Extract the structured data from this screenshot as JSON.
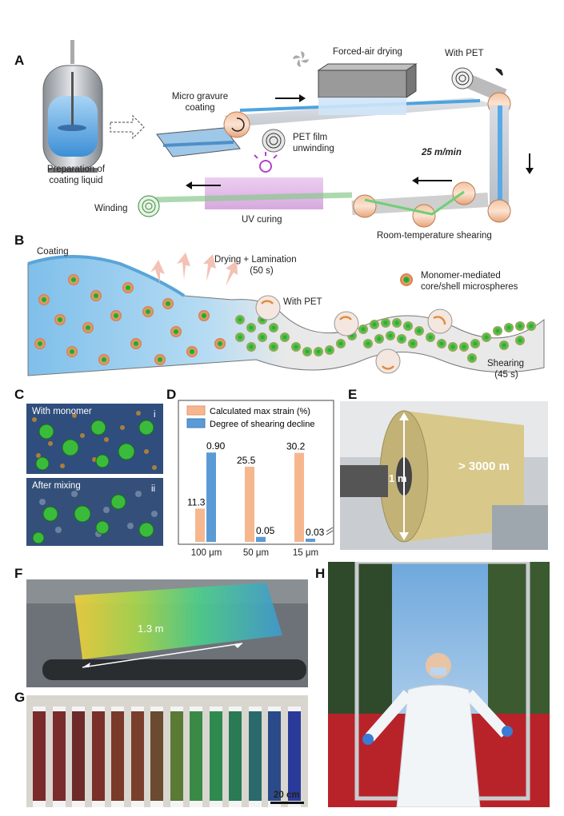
{
  "panels": {
    "a": "A",
    "b": "B",
    "c": "C",
    "d": "D",
    "e": "E",
    "f": "F",
    "g": "G",
    "h": "H"
  },
  "panel_a": {
    "prep_line1": "Preparation of",
    "prep_line2": "coating liquid",
    "micro_line1": "Micro gravure",
    "micro_line2": "coating",
    "forced_air": "Forced-air drying",
    "with_pet": "With PET",
    "pet_line1": "PET film",
    "pet_line2": "unwinding",
    "speed": "25 m/min",
    "winding": "Winding",
    "uv": "UV curing",
    "rts": "Room-temperature shearing"
  },
  "panel_b": {
    "coating": "Coating",
    "drying_line1": "Drying + Lamination",
    "drying_line2": "(50 s)",
    "legend_line1": "Monomer-mediated",
    "legend_line2": "core/shell microspheres",
    "with_pet": "With PET",
    "shearing_line1": "Shearing",
    "shearing_line2": "(45 s)"
  },
  "panel_c": {
    "img1_label": "With monomer",
    "img1_num": "i",
    "img2_label": "After mixing",
    "img2_num": "ii"
  },
  "chart_data": {
    "type": "bar",
    "categories": [
      "100 μm",
      "50 μm",
      "15 μm"
    ],
    "series": [
      {
        "name": "Calculated max strain (%)",
        "values": [
          11.3,
          25.5,
          30.2
        ],
        "color": "#f6b78f"
      },
      {
        "name": "Degree of shearing decline",
        "values": [
          0.9,
          0.05,
          0.03
        ],
        "color": "#5b9bd5"
      }
    ],
    "value_labels": {
      "strain": [
        "11.3",
        "25.5",
        "30.2"
      ],
      "shear": [
        "0.90",
        "0.05",
        "0.03"
      ]
    },
    "legend_position": "top",
    "grid": false
  },
  "panel_e": {
    "dim1": "1 m",
    "dim2": "> 3000 m"
  },
  "panel_f": {
    "dim": "1.3 m"
  },
  "panel_g": {
    "scale": "20 cm"
  }
}
